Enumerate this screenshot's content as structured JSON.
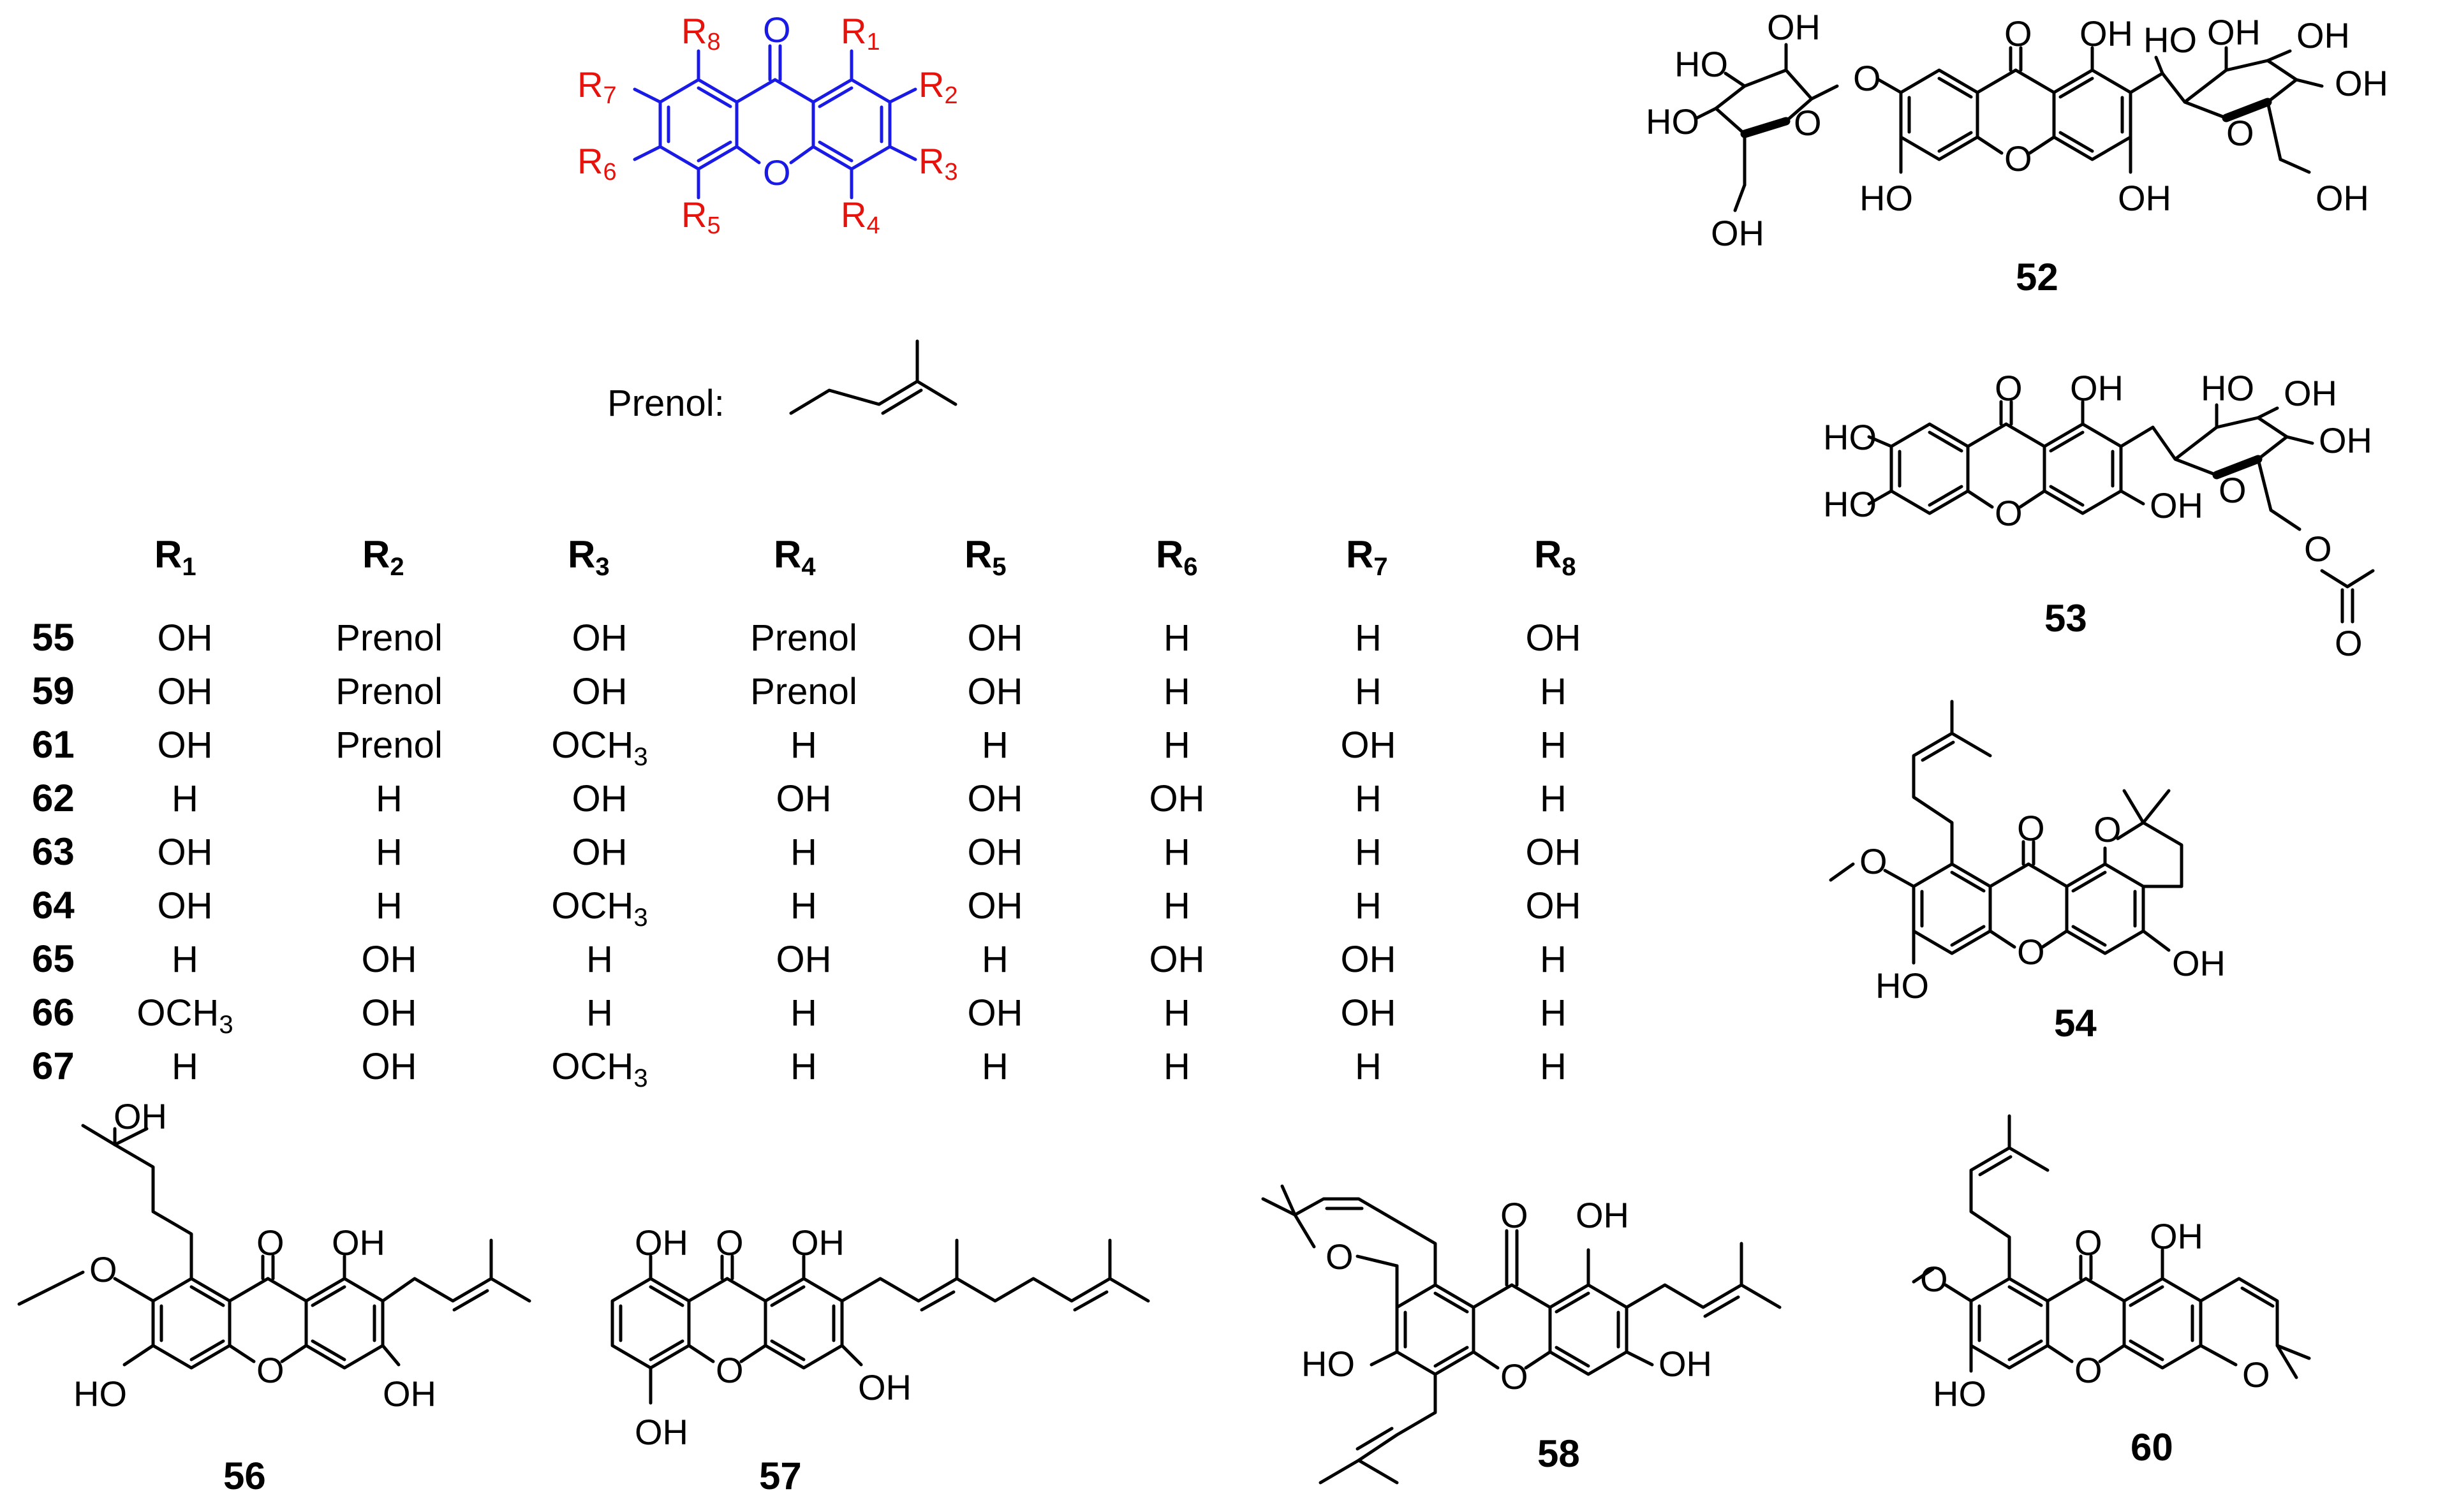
{
  "figure": {
    "core": {
      "carbonyl_O": "O",
      "ring_O": "O",
      "substituents": [
        "R1",
        "R2",
        "R3",
        "R4",
        "R5",
        "R6",
        "R7",
        "R8"
      ]
    },
    "prenol_label": "Prenol:",
    "table": {
      "headers": [
        "R1",
        "R2",
        "R3",
        "R4",
        "R5",
        "R6",
        "R7",
        "R8"
      ],
      "rows": [
        {
          "id": "55",
          "cells": [
            "OH",
            "Prenol",
            "OH",
            "Prenol",
            "OH",
            "H",
            "H",
            "OH"
          ]
        },
        {
          "id": "59",
          "cells": [
            "OH",
            "Prenol",
            "OH",
            "Prenol",
            "OH",
            "H",
            "H",
            "H"
          ]
        },
        {
          "id": "61",
          "cells": [
            "OH",
            "Prenol",
            "OCH3",
            "H",
            "H",
            "H",
            "OH",
            "H"
          ]
        },
        {
          "id": "62",
          "cells": [
            "H",
            "H",
            "OH",
            "OH",
            "OH",
            "OH",
            "H",
            "H"
          ]
        },
        {
          "id": "63",
          "cells": [
            "OH",
            "H",
            "OH",
            "H",
            "OH",
            "H",
            "H",
            "OH"
          ]
        },
        {
          "id": "64",
          "cells": [
            "OH",
            "H",
            "OCH3",
            "H",
            "OH",
            "H",
            "H",
            "OH"
          ]
        },
        {
          "id": "65",
          "cells": [
            "H",
            "OH",
            "H",
            "OH",
            "H",
            "OH",
            "OH",
            "H"
          ]
        },
        {
          "id": "66",
          "cells": [
            "OCH3",
            "OH",
            "H",
            "H",
            "OH",
            "H",
            "OH",
            "H"
          ]
        },
        {
          "id": "67",
          "cells": [
            "H",
            "OH",
            "OCH3",
            "H",
            "H",
            "H",
            "H",
            "H"
          ]
        }
      ]
    },
    "compounds": {
      "c52": {
        "label": "52",
        "atoms": [
          "HO",
          "HO",
          "OH",
          "HO",
          "O",
          "OH",
          "O",
          "OH",
          "OH",
          "HO",
          "OH",
          "OH",
          "O",
          "O",
          "HO",
          "OH",
          "OH",
          "OH"
        ]
      },
      "c53": {
        "label": "53",
        "atoms": [
          "HO",
          "HO",
          "O",
          "OH",
          "OH",
          "HO",
          "OH",
          "OH",
          "O",
          "O",
          "O"
        ]
      },
      "c54": {
        "label": "54",
        "atoms": [
          "O",
          "O",
          "O",
          "HO",
          "OH"
        ]
      },
      "c56": {
        "label": "56",
        "atoms": [
          "OH",
          "O",
          "OH",
          "O",
          "HO",
          "O",
          "OH"
        ]
      },
      "c57": {
        "label": "57",
        "atoms": [
          "OH",
          "O",
          "OH",
          "O",
          "OH",
          "OH"
        ]
      },
      "c58": {
        "label": "58",
        "atoms": [
          "O",
          "OH",
          "O",
          "HO",
          "O",
          "OH"
        ]
      },
      "c60": {
        "label": "60",
        "atoms": [
          "O",
          "OH",
          "O",
          "HO",
          "O",
          "O"
        ]
      }
    }
  }
}
